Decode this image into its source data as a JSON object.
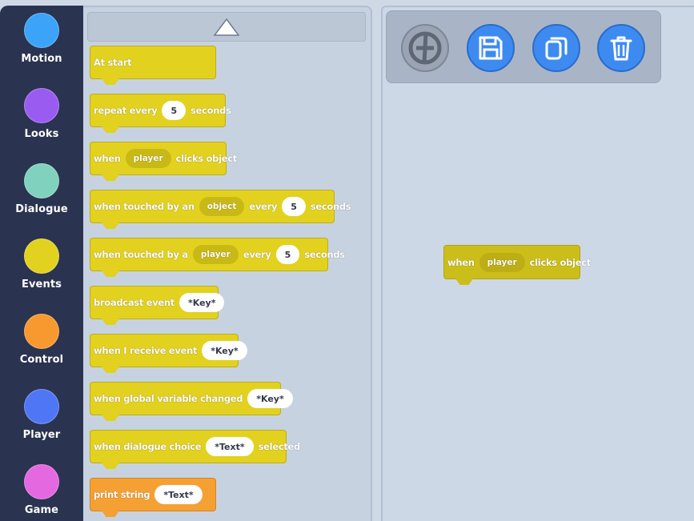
{
  "categories": [
    {
      "label": "Motion",
      "color": "#3ba3f8"
    },
    {
      "label": "Looks",
      "color": "#9a5cf0"
    },
    {
      "label": "Dialogue",
      "color": "#80d1bd"
    },
    {
      "label": "Events",
      "color": "#e2d11f"
    },
    {
      "label": "Control",
      "color": "#f7992e"
    },
    {
      "label": "Player",
      "color": "#4f76f4"
    },
    {
      "label": "Game",
      "color": "#e468e0"
    }
  ],
  "palette": {
    "scroll_up_icon": "triangle-up-icon",
    "blocks": {
      "at_start": {
        "text": "At start"
      },
      "repeat_every": {
        "text1": "repeat every",
        "value": "5",
        "text2": "seconds"
      },
      "when_clicks": {
        "text1": "when",
        "target": "player",
        "text2": "clicks object"
      },
      "touched_by_an": {
        "text1": "when touched by an",
        "target": "object",
        "text2": "every",
        "value": "5",
        "text3": "seconds"
      },
      "touched_by_a": {
        "text1": "when touched by a",
        "target": "player",
        "text2": "every",
        "value": "5",
        "text3": "seconds"
      },
      "broadcast": {
        "text": "broadcast event",
        "value": "*Key*"
      },
      "receive": {
        "text": "when I receive event",
        "value": "*Key*"
      },
      "global_var": {
        "text": "when global variable changed",
        "value": "*Key*"
      },
      "dialogue_choice": {
        "text1": "when dialogue choice",
        "value": "*Text*",
        "text2": "selected"
      },
      "print_string": {
        "text": "print string",
        "value": "*Text*"
      }
    }
  },
  "toolbar": {
    "buttons": [
      {
        "icon": "disabled-logo-icon",
        "state": "disabled"
      },
      {
        "icon": "save-icon",
        "state": "active"
      },
      {
        "icon": "copy-icon",
        "state": "active"
      },
      {
        "icon": "trash-icon",
        "state": "active"
      }
    ]
  },
  "workspace": {
    "block": {
      "text1": "when",
      "target": "player",
      "text2": "clicks object"
    }
  },
  "colors": {
    "sidebar_bg": "#2a3350",
    "event_block": "#e2d11f",
    "control_block": "#f5a033",
    "tool_blue": "#3d8bf0"
  }
}
